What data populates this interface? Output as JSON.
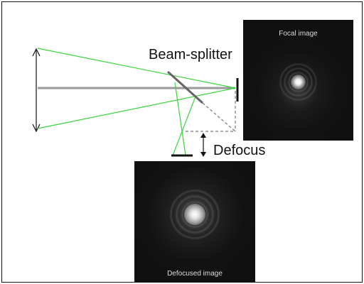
{
  "labels": {
    "beam_splitter": "Beam-splitter",
    "defocus": "Defocus",
    "focal_image": "Focal image",
    "defocused_image": "Defocused image"
  },
  "colors": {
    "ray": "#3ad63a",
    "axis": "#9a9a9a",
    "optics": "#111111",
    "panel_bg": "#101010"
  }
}
